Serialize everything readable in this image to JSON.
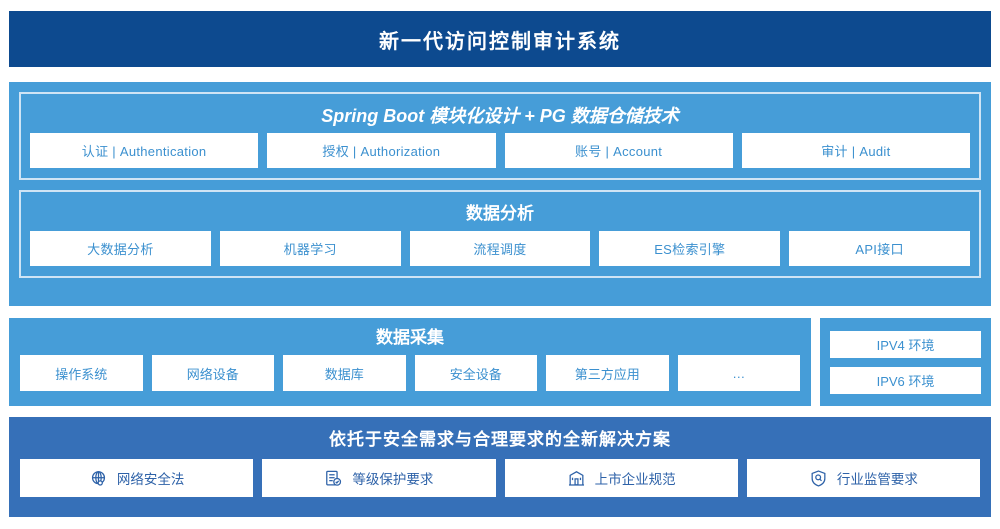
{
  "header": {
    "title": "新一代访问控制审计系统",
    "bg_color": "#0d4a8f"
  },
  "application_layer": {
    "panel_color": "#469dd8",
    "title": "Spring Boot 模块化设计 + PG 数据仓储技术",
    "items": [
      {
        "label": "认证 | Authentication"
      },
      {
        "label": "授权 | Authorization"
      },
      {
        "label": "账号 | Account"
      },
      {
        "label": "审计 | Audit"
      }
    ]
  },
  "analysis_layer": {
    "title": "数据分析",
    "items": [
      {
        "label": "大数据分析"
      },
      {
        "label": "机器学习"
      },
      {
        "label": "流程调度"
      },
      {
        "label": "ES检索引擎"
      },
      {
        "label": "API接口"
      }
    ]
  },
  "collection_layer": {
    "panel_color": "#469dd8",
    "title": "数据采集",
    "items": [
      {
        "label": "操作系统"
      },
      {
        "label": "网络设备"
      },
      {
        "label": "数据库"
      },
      {
        "label": "安全设备"
      },
      {
        "label": "第三方应用"
      },
      {
        "label": "…"
      }
    ]
  },
  "environment_panel": {
    "items": [
      {
        "label": "IPV4 环境"
      },
      {
        "label": "IPV6 环境"
      }
    ]
  },
  "compliance_layer": {
    "panel_color": "#3670b8",
    "title": "依托于安全需求与合理要求的全新解决方案",
    "items": [
      {
        "label": "网络安全法",
        "icon": "globe-icon"
      },
      {
        "label": "等级保护要求",
        "icon": "document-check-icon"
      },
      {
        "label": "上市企业规范",
        "icon": "building-icon"
      },
      {
        "label": "行业监管要求",
        "icon": "shield-search-icon"
      }
    ]
  },
  "theme": {
    "header_blue": "#0d4a8f",
    "panel_blue": "#469dd8",
    "compliance_blue": "#3670b8",
    "chip_text_blue": "#3b90cf",
    "chip_text_navy": "#2e62a8",
    "inner_border": "#cfe4f5"
  }
}
